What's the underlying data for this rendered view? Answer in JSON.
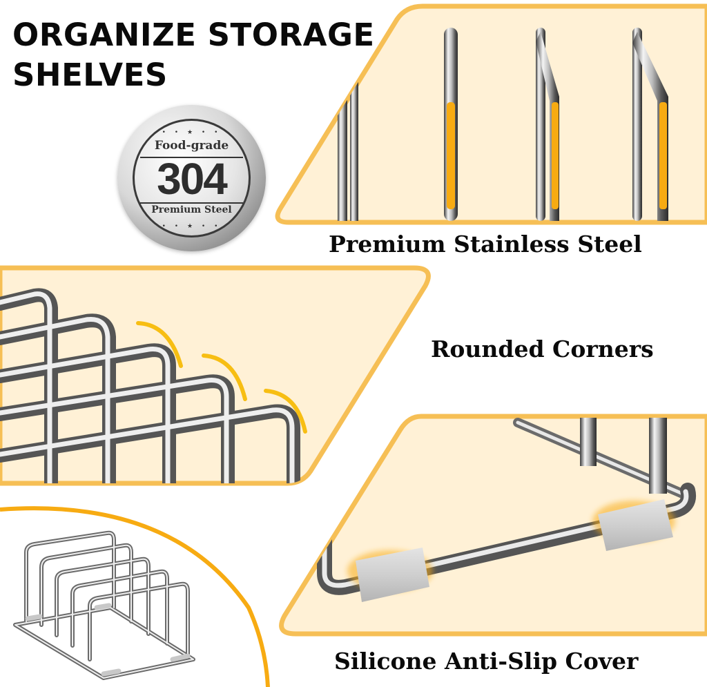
{
  "headline": {
    "line1": "ORGANIZE STORAGE",
    "line2": "SHELVES"
  },
  "badge": {
    "top_text": "Food-grade",
    "number": "304",
    "bottom_text": "Premium Steel",
    "stars": "• • ★ • •"
  },
  "features": [
    {
      "caption": "Premium Stainless Steel",
      "icon": "steel-rods-icon"
    },
    {
      "caption": "Rounded Corners",
      "icon": "rounded-corner-icon"
    },
    {
      "caption": "Silicone Anti-Slip Cover",
      "icon": "anti-slip-cover-icon"
    }
  ],
  "colors": {
    "accent_border": "#f6bf55",
    "panel_fill": "#fff1d6",
    "highlight": "#f7ab12",
    "steel_dark": "#4a4a4a",
    "steel_light": "#e8e8e8",
    "text": "#0a0a0a"
  }
}
